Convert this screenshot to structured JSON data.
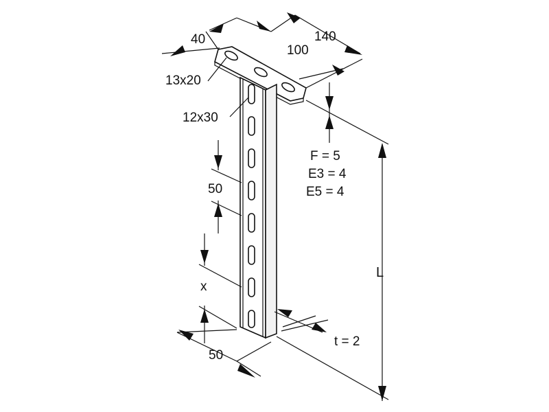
{
  "drawing": {
    "dimensions": {
      "top_width": "40",
      "top_length_outer": "140",
      "top_length_inner": "100",
      "top_hole": "13x20",
      "profile_slot": "12x30",
      "slot_pitch": "50",
      "offset_x": "x",
      "profile_width": "50",
      "thickness": "t = 2",
      "length": "L"
    },
    "specs": [
      "F = 5",
      "E3 = 4",
      "E5 = 4"
    ]
  }
}
